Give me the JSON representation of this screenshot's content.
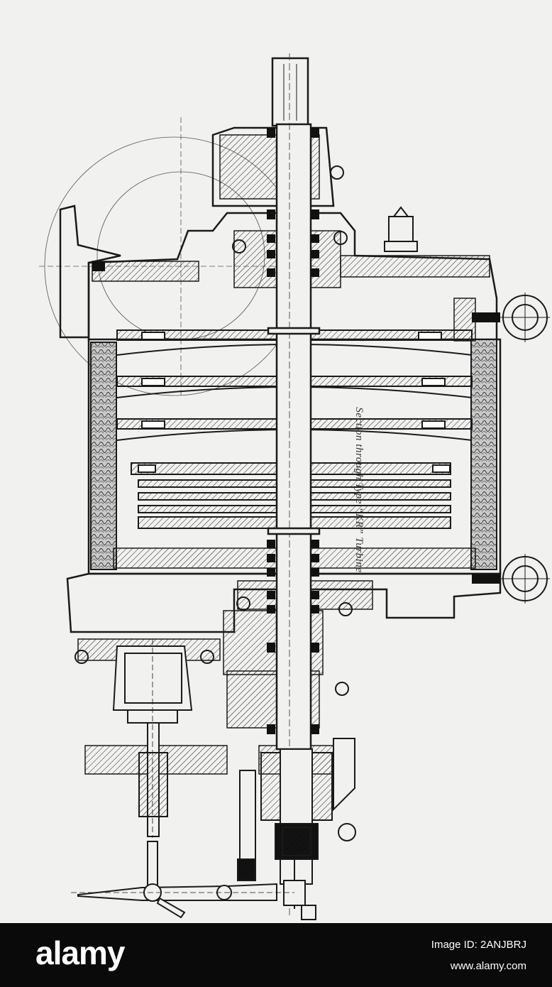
{
  "figure": {
    "caption": "Section through Type “KR” Turbine"
  },
  "watermark": {
    "brand": "alamy",
    "image_id": "Image ID: 2ANJBRJ",
    "site": "www.alamy.com"
  },
  "colors": {
    "paper": "#f1f1ef",
    "ink": "#1a1a1a",
    "insulation": "#9b9b9b",
    "footer": "#0a0a0a"
  }
}
